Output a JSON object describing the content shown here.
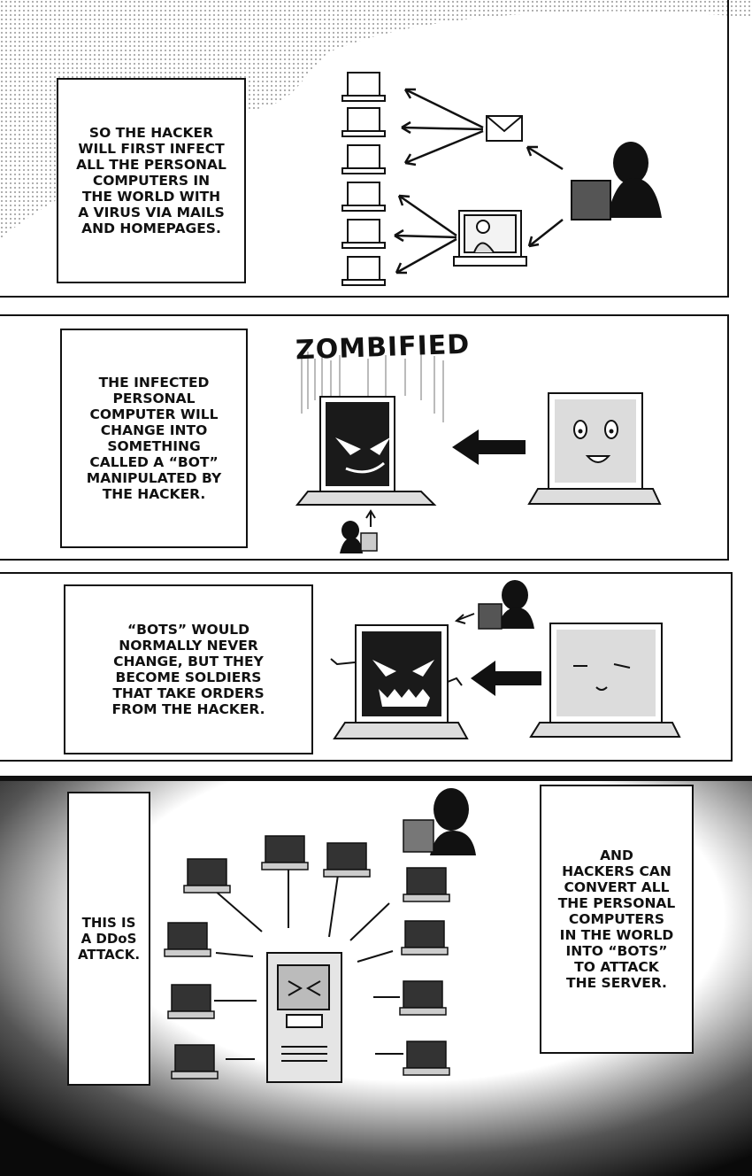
{
  "panels": [
    {
      "caption": "SO THE HACKER\nWILL FIRST INFECT\nALL THE PERSONAL\nCOMPUTERS IN\nTHE WORLD WITH\nA VIRUS VIA MAILS\nAND HOMEPAGES."
    },
    {
      "caption": "THE INFECTED\nPERSONAL\nCOMPUTER WILL\nCHANGE INTO\nSOMETHING\nCALLED A “BOT”\nMANIPULATED BY\nTHE HACKER.",
      "sfx": "ZOMBIFIED"
    },
    {
      "caption": "“BOTS” WOULD\nNORMALLY NEVER\nCHANGE, BUT THEY\nBECOME SOLDIERS\nTHAT TAKE ORDERS\nFROM THE HACKER."
    },
    {
      "caption_left": "THIS IS\nA DDoS\nATTACK.",
      "caption_right": "AND\nHACKERS CAN\nCONVERT ALL\nTHE PERSONAL\nCOMPUTERS\nIN THE WORLD\nINTO “BOTS”\nTO ATTACK\nTHE SERVER."
    }
  ],
  "icons": {
    "laptop": "laptop-icon",
    "mail": "envelope-icon",
    "hacker": "hooded-hacker-figure",
    "server": "server-tower-icon"
  },
  "colors": {
    "ink": "#111111",
    "screen_dark": "#1a1a1a",
    "screen_light": "#dcdcdc",
    "paper": "#ffffff"
  }
}
